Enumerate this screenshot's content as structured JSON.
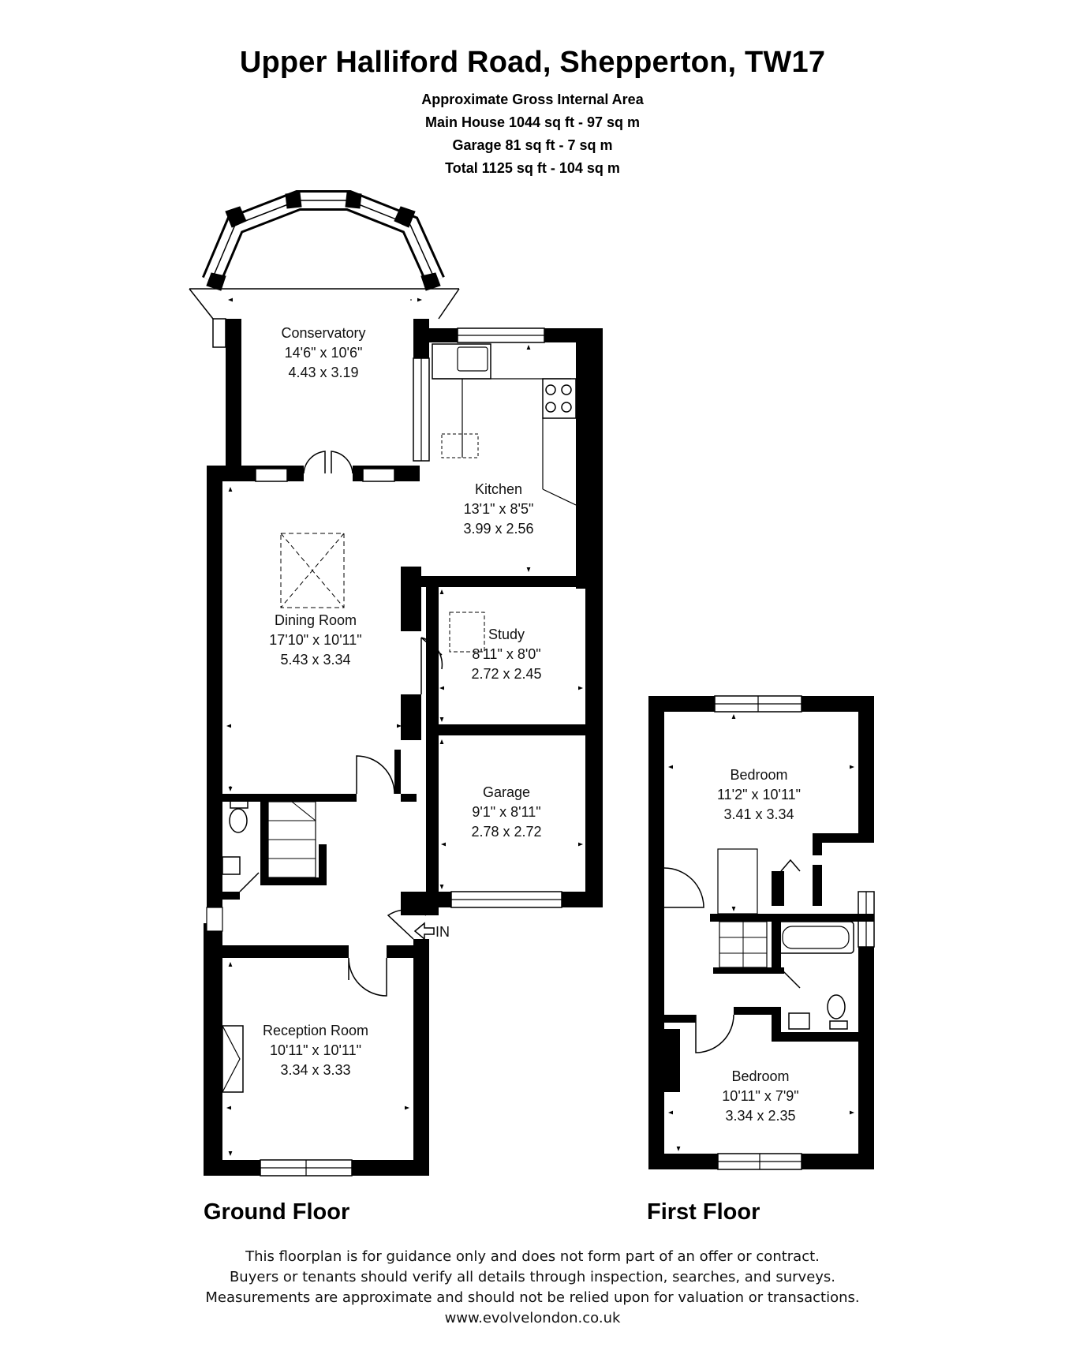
{
  "header": {
    "title": "Upper Halliford Road, Shepperton, TW17",
    "area_heading": "Approximate Gross Internal Area",
    "main_house": "Main House 1044 sq ft - 97 sq m",
    "garage": "Garage 81 sq ft - 7 sq m",
    "total": "Total 1125 sq ft - 104 sq m"
  },
  "rooms": {
    "conservatory": {
      "name": "Conservatory",
      "imperial": "14'6\" x 10'6\"",
      "metric": "4.43 x 3.19"
    },
    "kitchen": {
      "name": "Kitchen",
      "imperial": "13'1\" x 8'5\"",
      "metric": "3.99 x 2.56"
    },
    "dining": {
      "name": "Dining Room",
      "imperial": "17'10\" x 10'11\"",
      "metric": "5.43 x 3.34"
    },
    "study": {
      "name": "Study",
      "imperial": "8'11\" x 8'0\"",
      "metric": "2.72 x 2.45"
    },
    "garage": {
      "name": "Garage",
      "imperial": "9'1\" x 8'11\"",
      "metric": "2.78 x 2.72"
    },
    "reception": {
      "name": "Reception Room",
      "imperial": "10'11\" x 10'11\"",
      "metric": "3.34 x 3.33"
    },
    "bedroom1": {
      "name": "Bedroom",
      "imperial": "11'2\" x 10'11\"",
      "metric": "3.41 x 3.34"
    },
    "bedroom2": {
      "name": "Bedroom",
      "imperial": "10'11\" x 7'9\"",
      "metric": "3.34 x 2.35"
    }
  },
  "entrance_label": "IN",
  "floors": {
    "ground": "Ground Floor",
    "first": "First Floor"
  },
  "disclaimer": {
    "line1": "This floorplan is for guidance only and does not form part of an offer or contract.",
    "line2": "Buyers or tenants should verify all details through inspection, searches, and surveys.",
    "line3": "Measurements are approximate and should not be relied upon for valuation or transactions.",
    "website": "www.evolvelondon.co.uk"
  },
  "colors": {
    "wall": "#000000",
    "background": "#ffffff"
  }
}
